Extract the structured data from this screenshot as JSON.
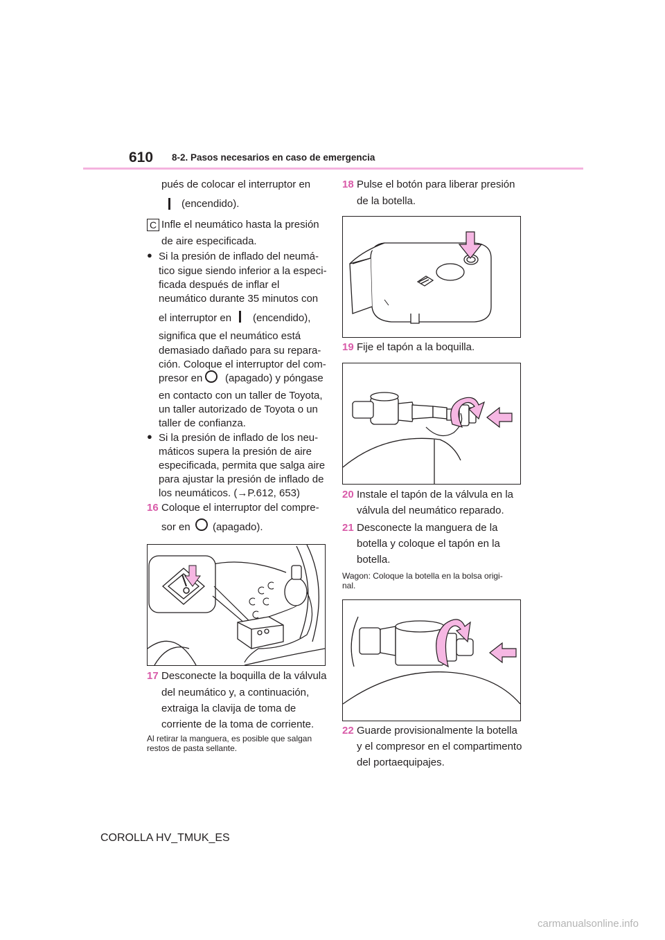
{
  "header": {
    "page_number": "610",
    "section": "8-2. Pasos necesarios en caso de emergencia"
  },
  "left_column": {
    "cont_line1": "pués de colocar el interruptor en",
    "cont_line2": "(encendido).",
    "c_letter": "C",
    "c_line1": "Infle el neumático hasta la presión",
    "c_line2": "de aire especificada.",
    "bullet1": [
      "Si la presión de inflado del neumá-",
      "tico sigue siendo inferior a la especi-",
      "ficada después de inflar el",
      "neumático durante 35 minutos con",
      "el interruptor en",
      "(encendido),",
      "significa que el neumático está",
      "demasiado dañado para su repara-",
      "ción. Coloque el interruptor del com-",
      "presor en",
      "(apagado) y póngase",
      "en contacto con un taller de Toyota,",
      "un taller autorizado de Toyota o un",
      "taller de confianza."
    ],
    "bullet2": [
      "Si la presión de inflado de los neu-",
      "máticos supera la presión de aire",
      "especificada, permita que salga aire",
      "para ajustar la presión de inflado de",
      "los neumáticos. (",
      "→",
      "P.612, 653)"
    ],
    "step16_num": "16",
    "step16_line1": "Coloque el interruptor del compre-",
    "step16_line2a": "sor en",
    "step16_line2b": "(apagado).",
    "step17_num": "17",
    "step17_lines": [
      "Desconecte la boquilla de la válvula",
      "del neumático y, a continuación,",
      "extraiga la clavija de toma de",
      "corriente de la toma de corriente."
    ],
    "note_lines": [
      "Al retirar la manguera, es posible que salgan",
      "restos de pasta sellante."
    ]
  },
  "right_column": {
    "step18_num": "18",
    "step18_lines": [
      "Pulse el botón para liberar presión",
      "de la botella."
    ],
    "step19_num": "19",
    "step19_line": "Fije el tapón a la boquilla.",
    "step20_num": "20",
    "step20_lines": [
      "Instale el tapón de la válvula en la",
      "válvula del neumático reparado."
    ],
    "step21_num": "21",
    "step21_lines": [
      "Desconecte la manguera de la",
      "botella y coloque el tapón en la",
      "botella."
    ],
    "wagon_lines": [
      "Wagon: Coloque la botella en la bolsa origi-",
      "nal."
    ],
    "step22_num": "22",
    "step22_lines": [
      "Guarde provisionalmente la botella",
      "y el compresor en el compartimento",
      "del portaequipajes."
    ]
  },
  "footer": {
    "model": "COROLLA HV_TMUK_ES"
  },
  "watermark": {
    "text": "carmanualsonline.info"
  },
  "colors": {
    "accent": "#f4b3de",
    "step_number": "#d85aa8",
    "arrow_fill": "#f6b7e3"
  }
}
